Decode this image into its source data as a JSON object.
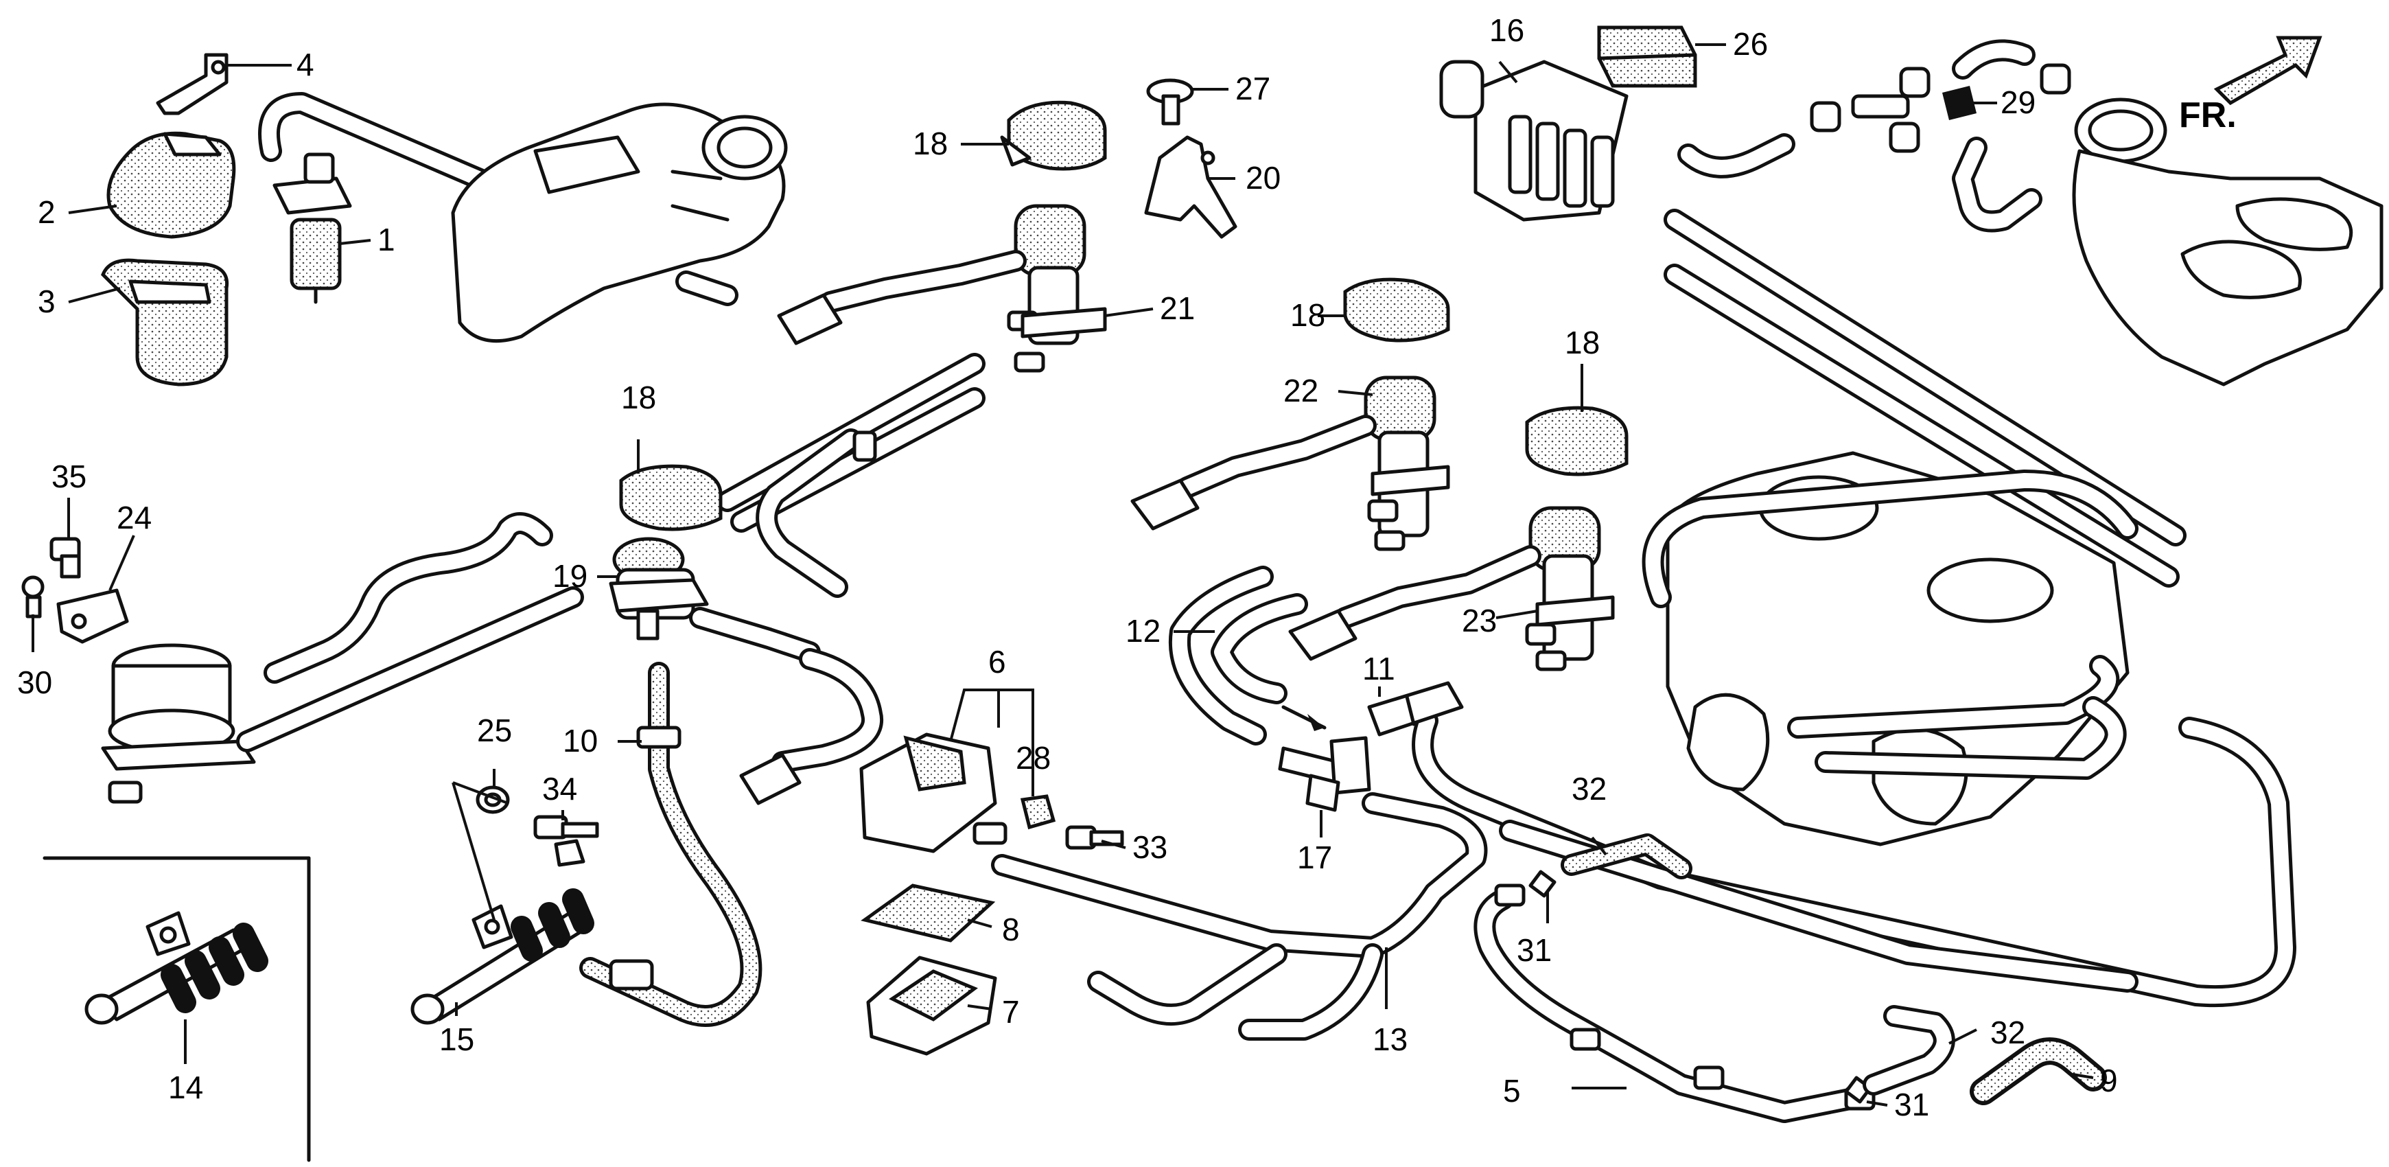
{
  "diagram": {
    "direction_label": "FR.",
    "callouts": [
      {
        "id": "c1",
        "label": "1"
      },
      {
        "id": "c2",
        "label": "2"
      },
      {
        "id": "c3",
        "label": "3"
      },
      {
        "id": "c4",
        "label": "4"
      },
      {
        "id": "c5",
        "label": "5"
      },
      {
        "id": "c6",
        "label": "6"
      },
      {
        "id": "c7",
        "label": "7"
      },
      {
        "id": "c8",
        "label": "8"
      },
      {
        "id": "c9",
        "label": "9"
      },
      {
        "id": "c10",
        "label": "10"
      },
      {
        "id": "c11",
        "label": "11"
      },
      {
        "id": "c12",
        "label": "12"
      },
      {
        "id": "c13",
        "label": "13"
      },
      {
        "id": "c14",
        "label": "14"
      },
      {
        "id": "c15",
        "label": "15"
      },
      {
        "id": "c16",
        "label": "16"
      },
      {
        "id": "c17",
        "label": "17"
      },
      {
        "id": "c18a",
        "label": "18"
      },
      {
        "id": "c18b",
        "label": "18"
      },
      {
        "id": "c18c",
        "label": "18"
      },
      {
        "id": "c18d",
        "label": "18"
      },
      {
        "id": "c19",
        "label": "19"
      },
      {
        "id": "c20",
        "label": "20"
      },
      {
        "id": "c21",
        "label": "21"
      },
      {
        "id": "c22",
        "label": "22"
      },
      {
        "id": "c23",
        "label": "23"
      },
      {
        "id": "c24",
        "label": "24"
      },
      {
        "id": "c25",
        "label": "25"
      },
      {
        "id": "c26",
        "label": "26"
      },
      {
        "id": "c27",
        "label": "27"
      },
      {
        "id": "c28",
        "label": "28"
      },
      {
        "id": "c29",
        "label": "29"
      },
      {
        "id": "c30",
        "label": "30"
      },
      {
        "id": "c31a",
        "label": "31"
      },
      {
        "id": "c31b",
        "label": "31"
      },
      {
        "id": "c32a",
        "label": "32"
      },
      {
        "id": "c32b",
        "label": "32"
      },
      {
        "id": "c33",
        "label": "33"
      },
      {
        "id": "c34",
        "label": "34"
      },
      {
        "id": "c35",
        "label": "35"
      }
    ]
  }
}
